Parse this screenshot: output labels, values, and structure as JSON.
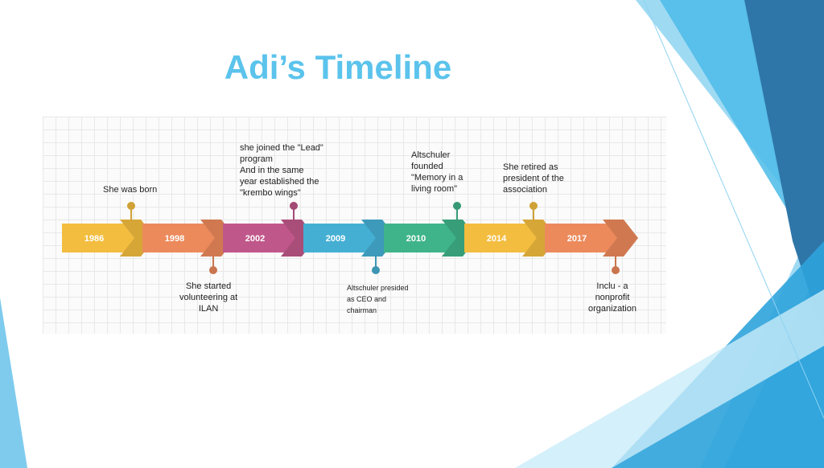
{
  "slide": {
    "title": "Adi’s Timeline"
  },
  "timeline": {
    "events": [
      {
        "year": "1986",
        "caption": "She was born",
        "position": "above",
        "color": "#f3bd3f"
      },
      {
        "year": "1998",
        "caption": "She started\nvolunteering at\nILAN",
        "position": "below",
        "color": "#ec8a5c"
      },
      {
        "year": "2002",
        "caption": "she joined the \"Lead\"\nprogram\n        And in the same\nyear established the\n\"krembo wings\"",
        "position": "above",
        "color": "#c0578a"
      },
      {
        "year": "2009",
        "caption": "Altschuler presided\nas CEO and\nchairman",
        "position": "below",
        "color": "#45afd3"
      },
      {
        "year": "2010",
        "caption": "Altschuler\nfounded\n\"Memory in a\nliving room\"",
        "position": "above",
        "color": "#3fb48a"
      },
      {
        "year": "2014",
        "caption": "She retired as\npresident of the\nassociation",
        "position": "above",
        "color": "#f3bd3f"
      },
      {
        "year": "2017",
        "caption": "Inclu - a\nnonprofit\norganization",
        "position": "below",
        "color": "#ec8a5c"
      }
    ]
  },
  "colors": {
    "title": "#5bc3ec",
    "deco_dark": "#2f76a8",
    "deco_mid": "#2fa3dc",
    "deco_light": "#8fd3f2"
  }
}
